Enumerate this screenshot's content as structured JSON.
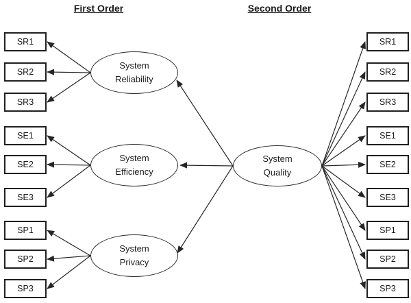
{
  "diagram": {
    "headers": {
      "first_order": "First Order",
      "second_order": "Second Order"
    },
    "first_order_factors": [
      {
        "id": "system-reliability",
        "label_line1": "System",
        "label_line2": "Reliability",
        "indicators": [
          "SR1",
          "SR2",
          "SR3"
        ]
      },
      {
        "id": "system-efficiency",
        "label_line1": "System",
        "label_line2": "Efficiency",
        "indicators": [
          "SE1",
          "SE2",
          "SE3"
        ]
      },
      {
        "id": "system-privacy",
        "label_line1": "System",
        "label_line2": "Privacy",
        "indicators": [
          "SP1",
          "SP2",
          "SP3"
        ]
      }
    ],
    "second_order_factor": {
      "id": "system-quality",
      "label_line1": "System",
      "label_line2": "Quality"
    },
    "left_indicators": [
      "SR1",
      "SR2",
      "SR3",
      "SE1",
      "SE2",
      "SE3",
      "SP1",
      "SP2",
      "SP3"
    ],
    "right_indicators": [
      "SR1",
      "SR2",
      "SR3",
      "SE1",
      "SE2",
      "SE3",
      "SP1",
      "SP2",
      "SP3"
    ],
    "edges": {
      "first_order_loadings": [
        {
          "from": "system-reliability",
          "to": "SR1"
        },
        {
          "from": "system-reliability",
          "to": "SR2"
        },
        {
          "from": "system-reliability",
          "to": "SR3"
        },
        {
          "from": "system-efficiency",
          "to": "SE1"
        },
        {
          "from": "system-efficiency",
          "to": "SE2"
        },
        {
          "from": "system-efficiency",
          "to": "SE3"
        },
        {
          "from": "system-privacy",
          "to": "SP1"
        },
        {
          "from": "system-privacy",
          "to": "SP2"
        },
        {
          "from": "system-privacy",
          "to": "SP3"
        }
      ],
      "second_order_paths": [
        {
          "from": "system-quality",
          "to": "system-reliability"
        },
        {
          "from": "system-quality",
          "to": "system-efficiency"
        },
        {
          "from": "system-quality",
          "to": "system-privacy"
        }
      ],
      "second_order_loadings": [
        {
          "from": "system-quality",
          "to": "SR1"
        },
        {
          "from": "system-quality",
          "to": "SR2"
        },
        {
          "from": "system-quality",
          "to": "SR3"
        },
        {
          "from": "system-quality",
          "to": "SE1"
        },
        {
          "from": "system-quality",
          "to": "SE2"
        },
        {
          "from": "system-quality",
          "to": "SE3"
        },
        {
          "from": "system-quality",
          "to": "SP1"
        },
        {
          "from": "system-quality",
          "to": "SP2"
        },
        {
          "from": "system-quality",
          "to": "SP3"
        }
      ]
    },
    "colors": {
      "stroke": "#262626",
      "text": "#1a1a1a",
      "background": "#ffffff"
    }
  }
}
